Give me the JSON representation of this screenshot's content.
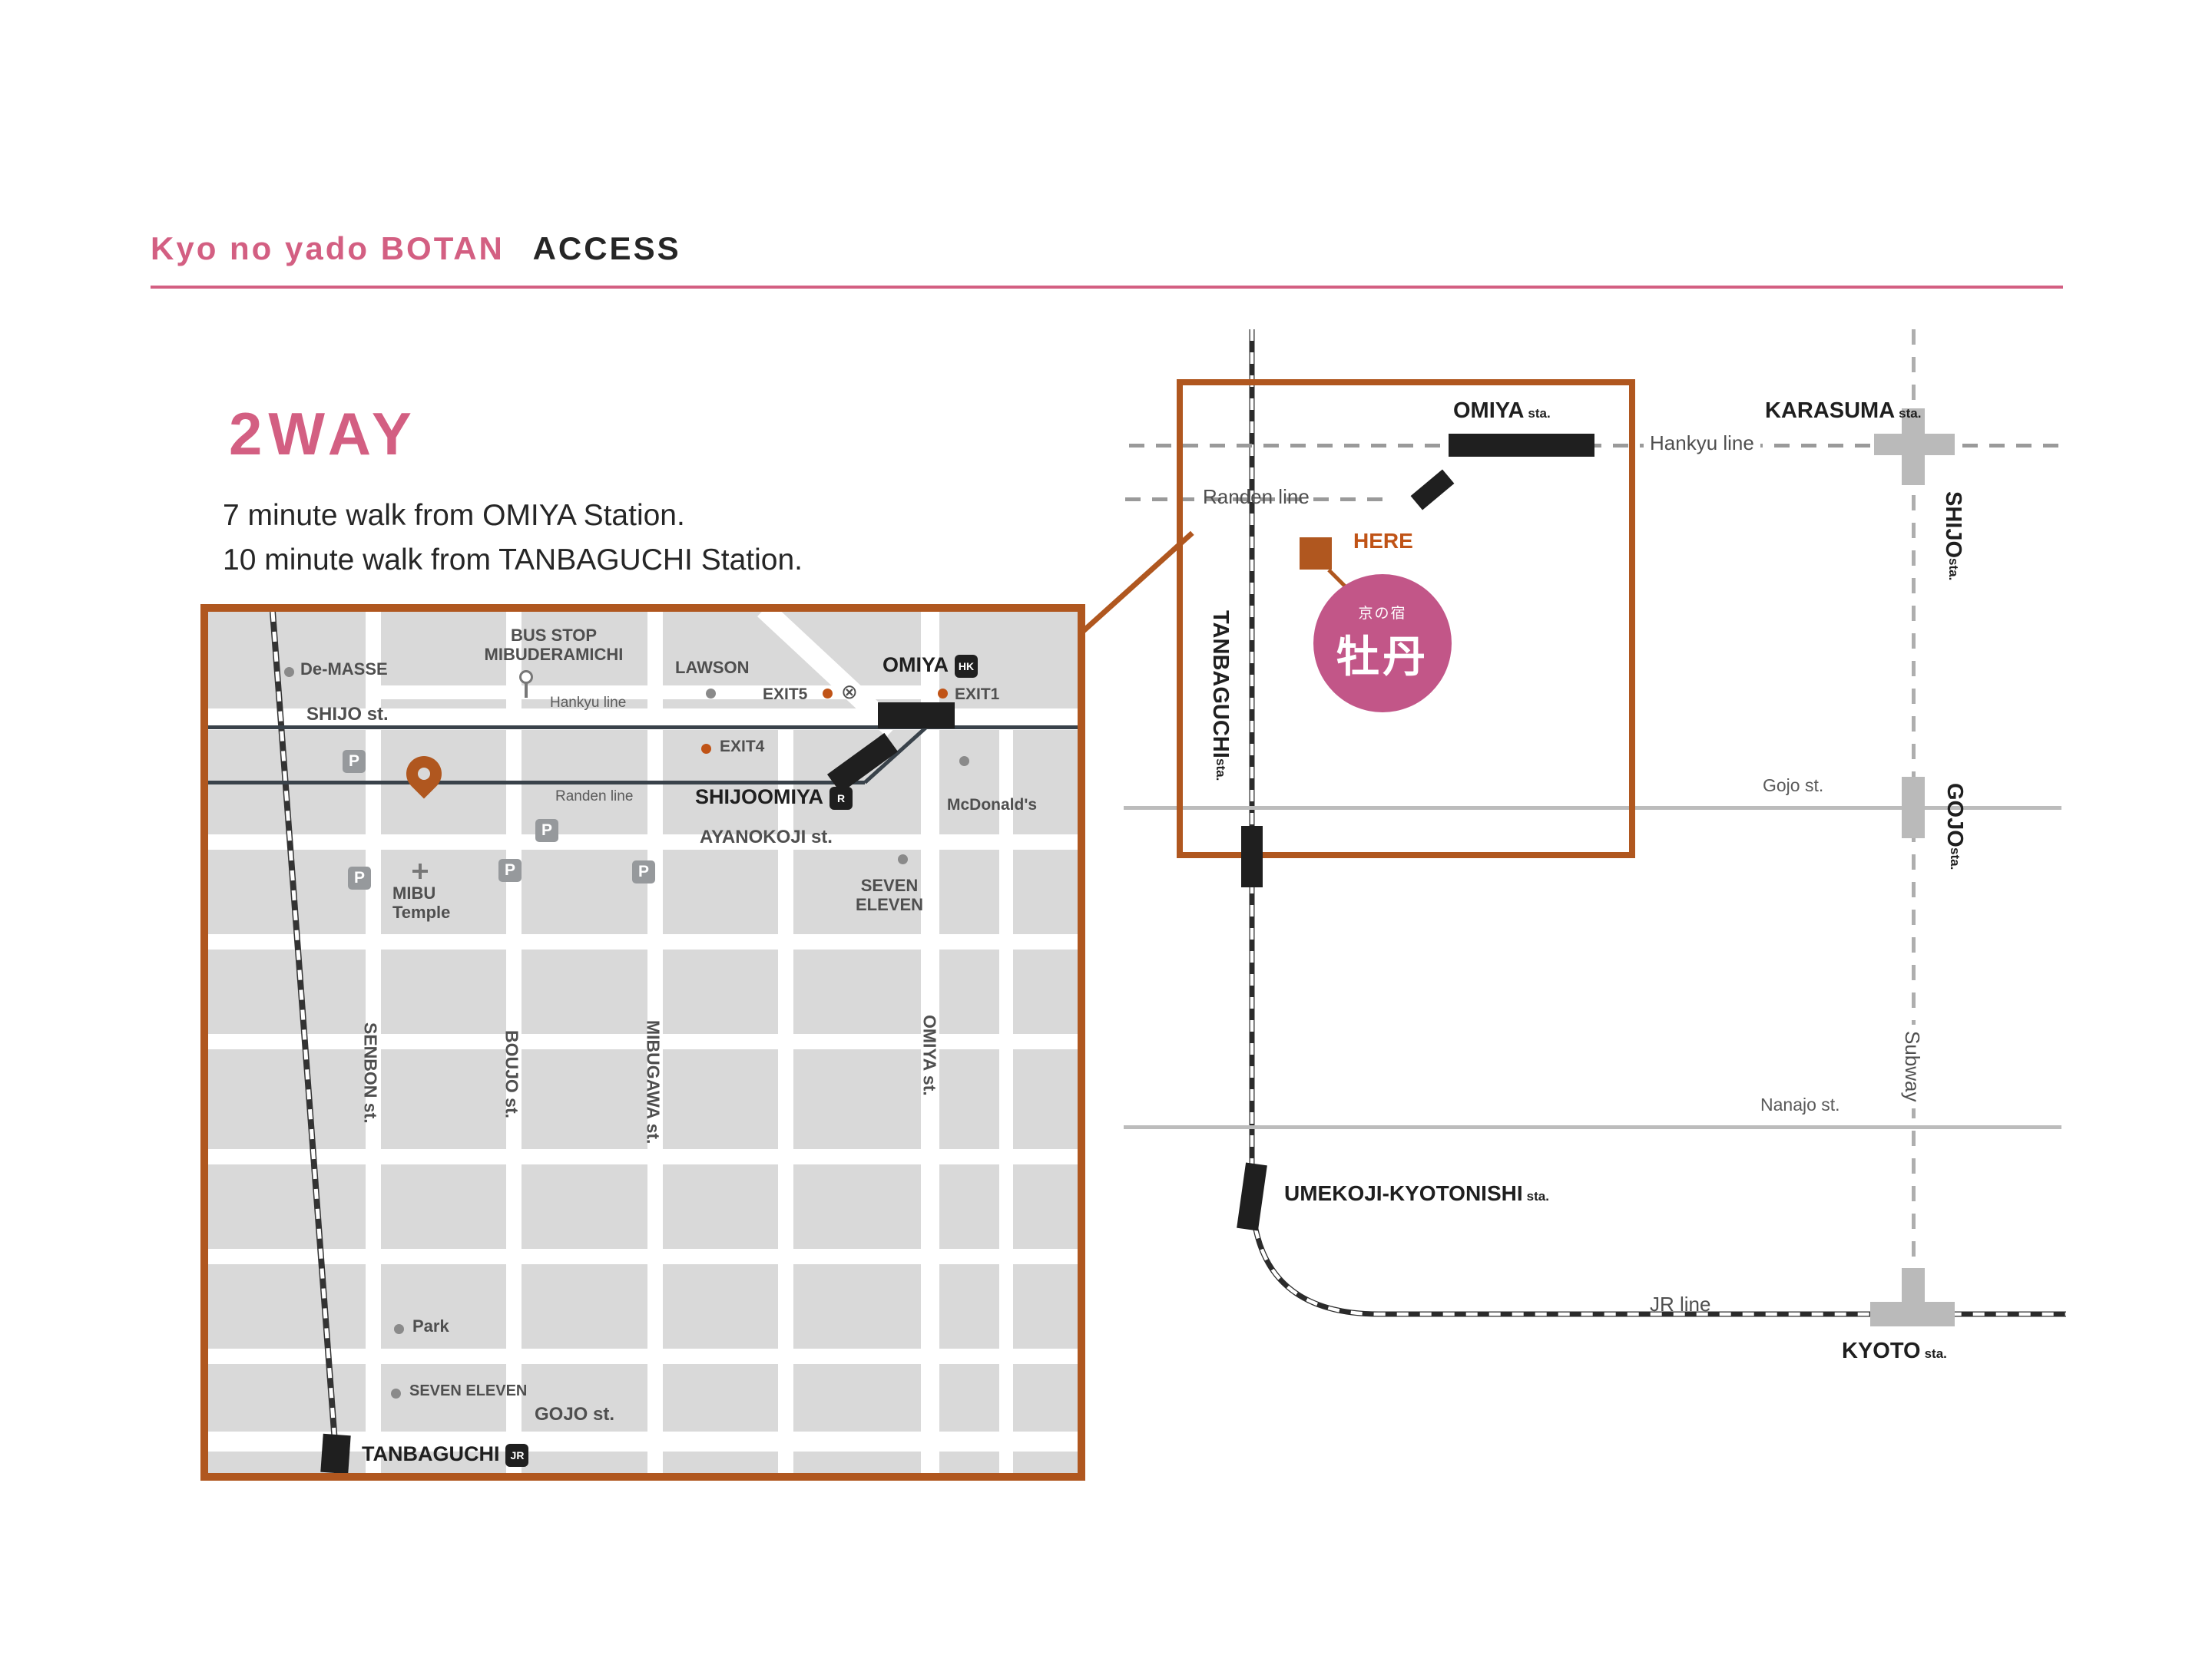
{
  "header": {
    "brand": "Kyo no yado BOTAN",
    "access": "ACCESS"
  },
  "intro": {
    "heading": "2WAY",
    "line1": "7  minute walk from OMIYA Station.",
    "line2": "10 minute walk from TANBAGUCHI Station."
  },
  "map": {
    "de_masse": "De-MASSE",
    "bus_stop_line1": "BUS STOP",
    "bus_stop_line2": "MIBUDERAMICHI",
    "lawson": "LAWSON",
    "omiya": "OMIYA",
    "omiya_badge": "HK",
    "exit5": "EXIT5",
    "exit1": "EXIT1",
    "exit4": "EXIT4",
    "exit_symbol": "⊗",
    "shijo_st": "SHIJO st.",
    "hankyu_line": "Hankyu line",
    "randen_line": "Randen line",
    "shijoomiya": "SHIJOOMIYA",
    "shijoomiya_badge": "R",
    "ayanokoji_st": "AYANOKOJI st.",
    "mcdonalds": "McDonald's",
    "mibu_line1": "MIBU",
    "mibu_line2": "Temple",
    "seven_upper_line1": "SEVEN",
    "seven_upper_line2": "ELEVEN",
    "senbon_st": "SENBON st.",
    "boujo_st": "BOUJO st.",
    "mibugawa_st": "MIBUGAWA st.",
    "omiya_st": "OMIYA st.",
    "park": "Park",
    "seven_lower": "SEVEN ELEVEN",
    "gojo_st": "GOJO st.",
    "tanbaguchi": "TANBAGUCHI",
    "tanbaguchi_badge": "JR",
    "parking": "P"
  },
  "schematic": {
    "stations": {
      "omiya": {
        "name": "OMIYA",
        "suffix": "sta."
      },
      "karasuma": {
        "name": "KARASUMA",
        "suffix": "sta."
      },
      "shijo": {
        "name": "SHIJO",
        "suffix": "sta."
      },
      "gojo": {
        "name": "GOJO",
        "suffix": "sta."
      },
      "tanbaguchi": {
        "name": "TANBAGUCHI",
        "suffix": "sta."
      },
      "umekoji": {
        "name": "UMEKOJI-KYOTONISHI",
        "suffix": "sta."
      },
      "kyoto": {
        "name": "KYOTO",
        "suffix": "sta."
      }
    },
    "lines": {
      "hankyu": "Hankyu line",
      "randen": "Randen line",
      "jr": "JR line",
      "subway": "Subway"
    },
    "streets": {
      "gojo": "Gojo st.",
      "nanajo": "Nanajo st."
    },
    "here": "HERE",
    "inn": {
      "small": "京の宿",
      "name": "牡丹"
    }
  },
  "colors": {
    "pink": "#d35f82",
    "orange": "#b0571f",
    "blue": "#3f6cae",
    "circle_pink": "#c25688"
  }
}
